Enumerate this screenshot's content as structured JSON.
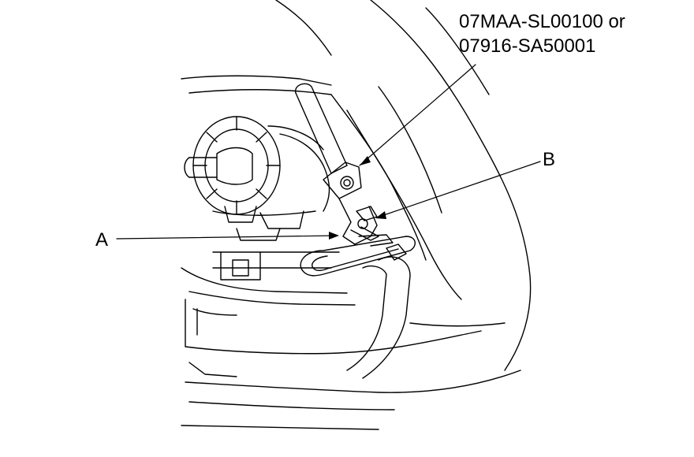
{
  "callouts": {
    "tool_numbers": [
      "07MAA-SL00100 or",
      "07916-SA50001"
    ],
    "part_a": "A",
    "part_b": "B"
  },
  "colors": {
    "ink": "#000000",
    "paper": "#ffffff"
  }
}
